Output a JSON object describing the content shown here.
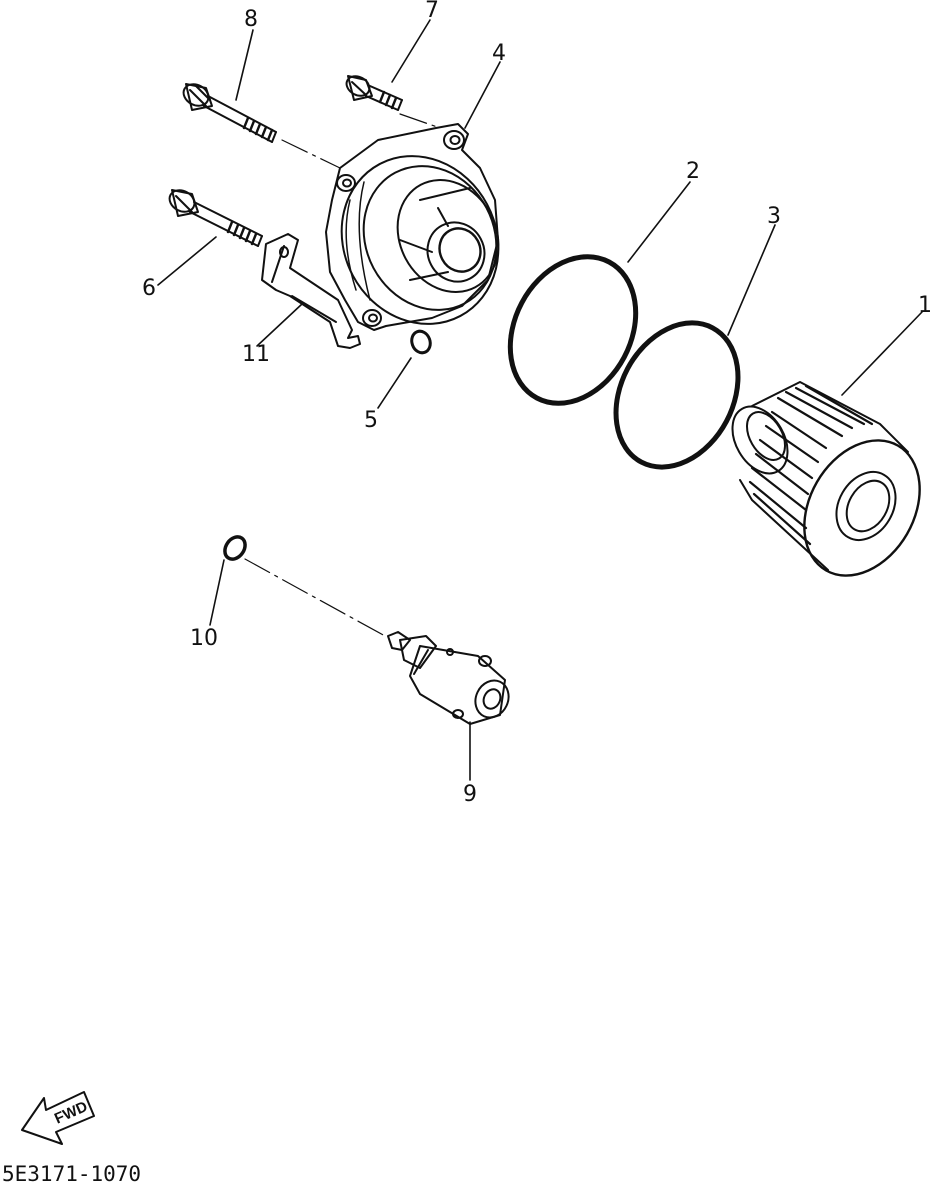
{
  "diagram": {
    "style": "exploded-parts-drawing",
    "line_color": "#111111",
    "background": "#ffffff",
    "part_numbers": [
      "1",
      "2",
      "3",
      "4",
      "5",
      "6",
      "7",
      "8",
      "9",
      "10",
      "11"
    ],
    "direction_label": "FWD",
    "drawing_code": "5E3171-1070"
  }
}
